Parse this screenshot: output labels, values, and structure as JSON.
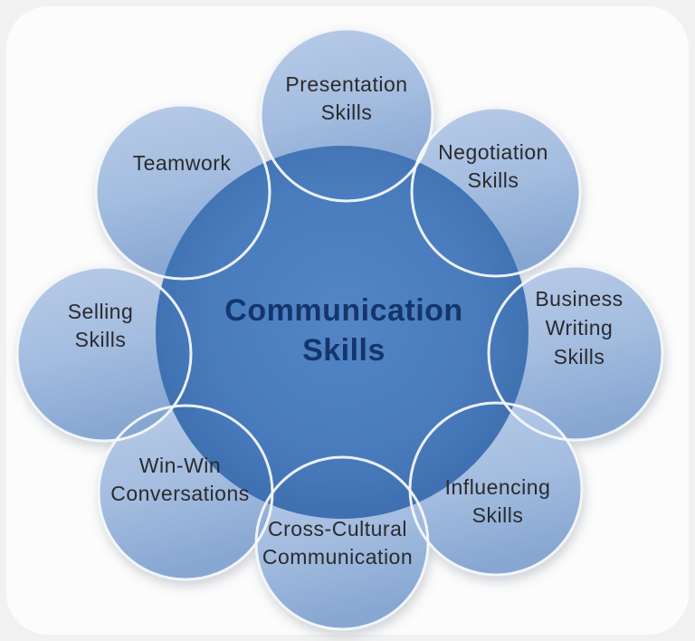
{
  "page": {
    "background": "#f1f1f1",
    "card_background": "#fcfcfc"
  },
  "diagram": {
    "center": {
      "id": "communication-skills",
      "lines": [
        "Communication",
        "Skills"
      ],
      "text_color": "#15356d"
    },
    "node_text_color": "#2a2a2e",
    "node_fill_light": "#b9cce8",
    "node_fill_mid": "#a3bcdf",
    "node_fill_dark": "#87a7d2",
    "center_fill_light": "#5386c6",
    "center_fill_mid": "#4a7cbd",
    "center_fill_edge": "#3c6dae",
    "ring_color": "#f4f7fb",
    "nodes": [
      {
        "id": "presentation-skills",
        "lines": [
          "Presentation",
          "Skills"
        ]
      },
      {
        "id": "negotiation-skills",
        "lines": [
          "Negotiation",
          "Skills"
        ]
      },
      {
        "id": "business-writing-skills",
        "lines": [
          "Business",
          "Writing",
          "Skills"
        ]
      },
      {
        "id": "influencing-skills",
        "lines": [
          "Influencing",
          "Skills"
        ]
      },
      {
        "id": "cross-cultural-communication",
        "lines": [
          "Cross-Cultural",
          "Communication"
        ]
      },
      {
        "id": "win-win-conversations",
        "lines": [
          "Win-Win",
          "Conversations"
        ]
      },
      {
        "id": "selling-skills",
        "lines": [
          "Selling",
          "Skills"
        ]
      },
      {
        "id": "teamwork",
        "lines": [
          "Teamwork"
        ]
      }
    ]
  }
}
